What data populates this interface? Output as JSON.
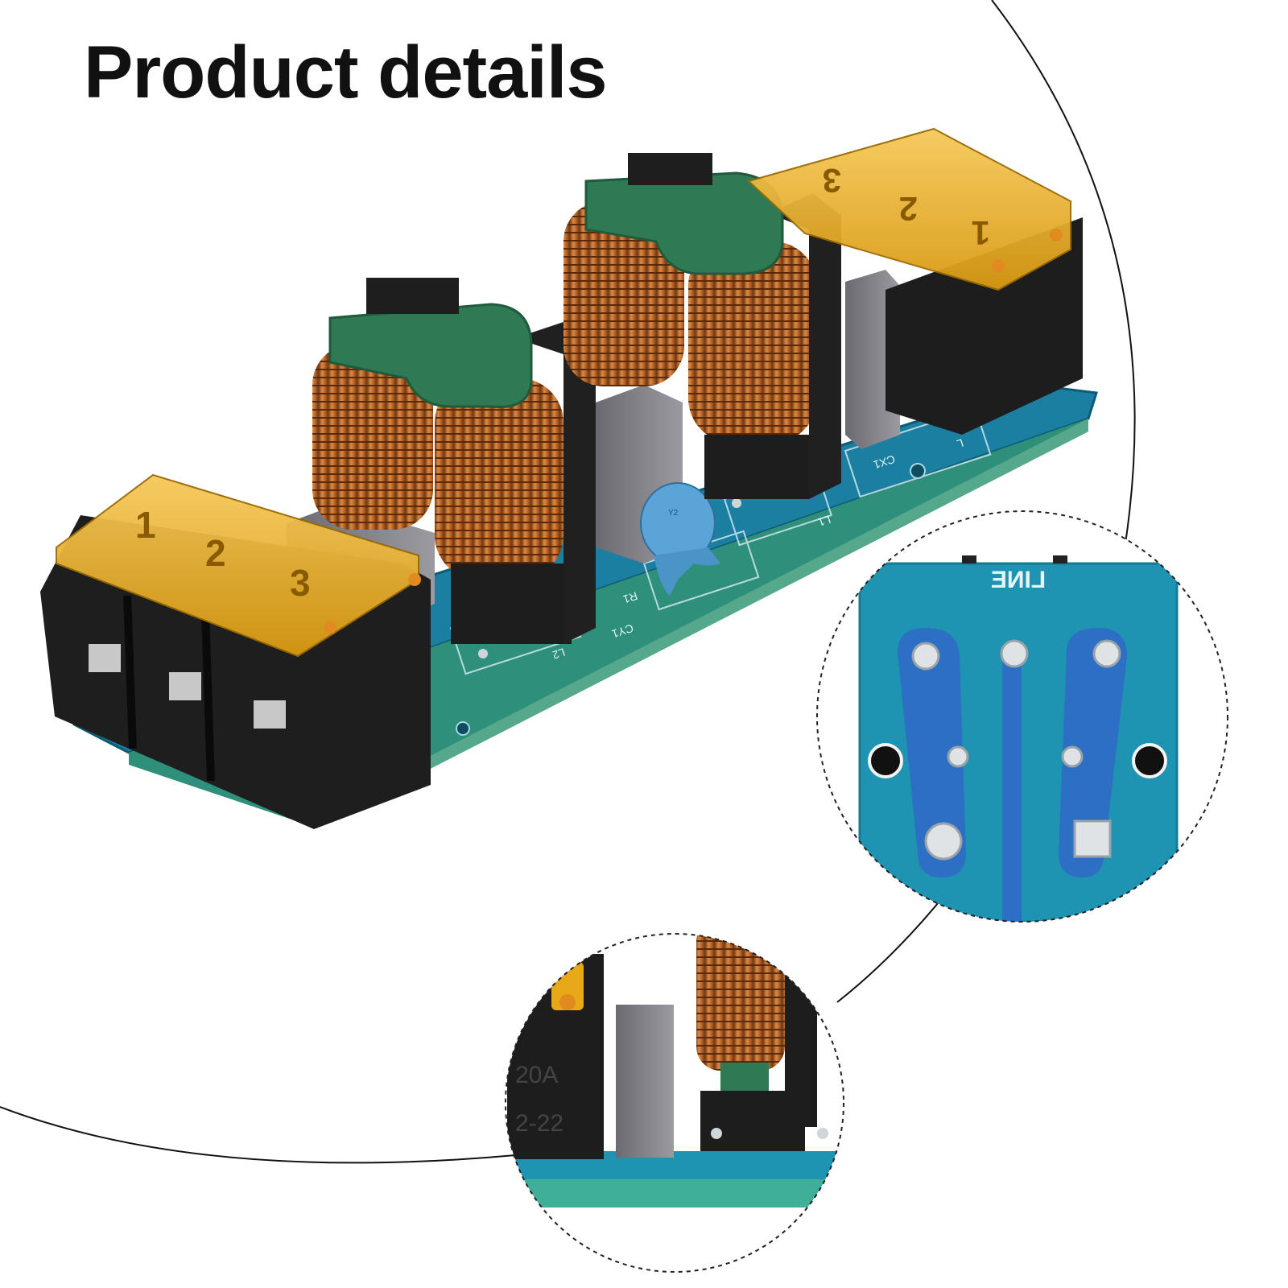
{
  "page": {
    "title": "Product details"
  },
  "main_photo": {
    "left_terminal_labels": [
      "1",
      "2",
      "3"
    ],
    "right_terminal_labels": [
      "1",
      "2",
      "3"
    ],
    "silkscreen_labels": [
      "L2",
      "CY1",
      "R1",
      "L1",
      "CX1",
      "L"
    ]
  },
  "zoom_right": {
    "silkscreen_label": "LINE"
  },
  "zoom_bottom": {
    "housing_labels": [
      "20A",
      "2-22"
    ]
  },
  "colors": {
    "pcb": "#1a7fa0",
    "pcb_zoom": "#1f93b2",
    "copper": "#c2702c",
    "inductor_core": "#2f7a55",
    "terminal_cover": "#e8a818",
    "housing": "#1d1d1d",
    "capacitor_box": "#7f7f86",
    "y_capacitor": "#5aa4d8"
  }
}
